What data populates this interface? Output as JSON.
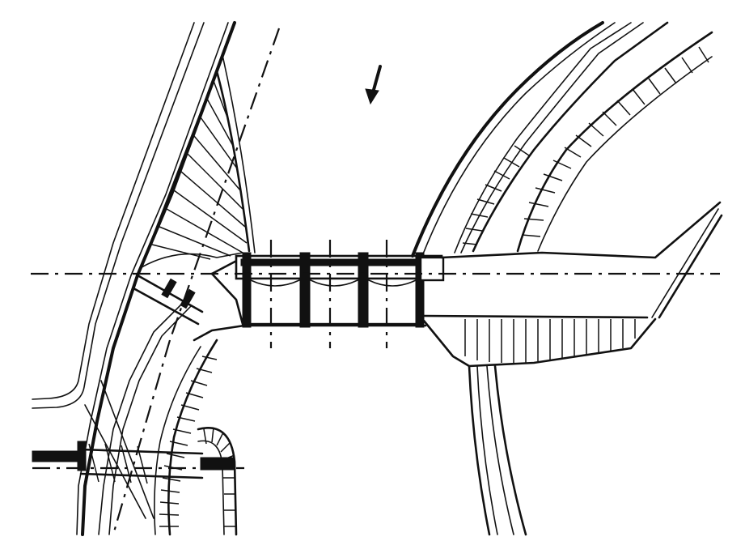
{
  "diagram": {
    "type": "engineering-plan",
    "palette": {
      "ink": "#111111",
      "paper": "#ffffff"
    },
    "icons": {
      "flow_arrow": "flow-direction-arrow-icon"
    },
    "components": {
      "sluice_bays": 3,
      "weir_piers": 4
    }
  }
}
